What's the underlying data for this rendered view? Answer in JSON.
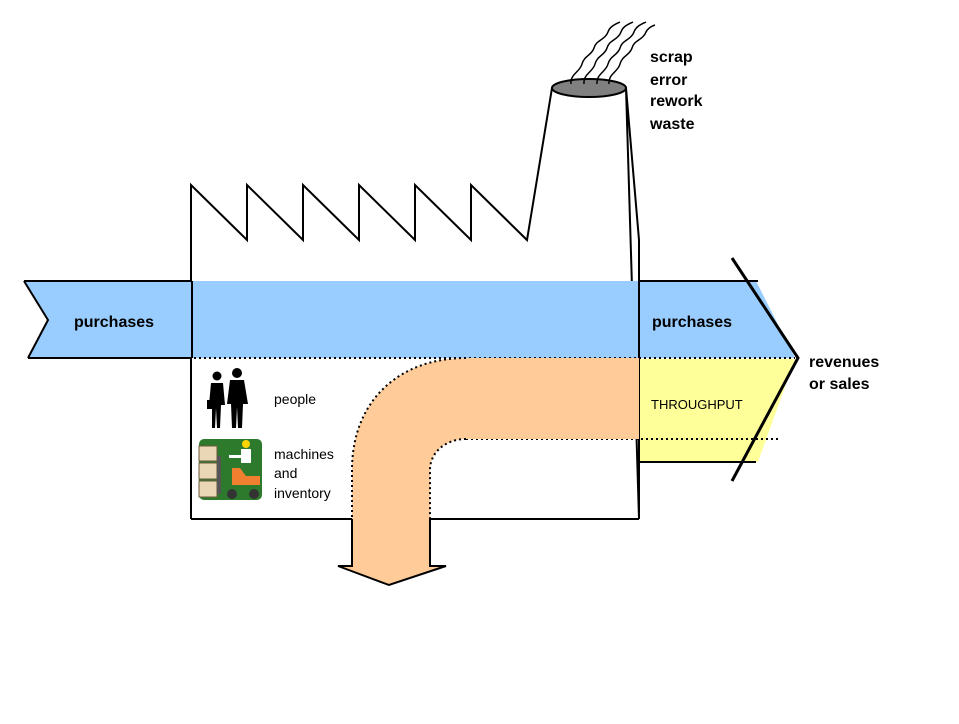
{
  "colors": {
    "background": "#ffffff",
    "outline": "#000000",
    "purchases_band": "#99ccff",
    "flow_band": "#ffcc99",
    "throughput_band": "#ffff99",
    "chimney_top": "#808080"
  },
  "chimney_outputs": {
    "scrap": "scrap",
    "error": "error",
    "rework": "rework",
    "waste": "waste"
  },
  "purchases_in_label": "purchases",
  "purchases_out_label": "purchases",
  "revenue_label_line1": "revenues",
  "revenue_label_line2": "or sales",
  "throughput_label": "THROUGHPUT",
  "resources": {
    "people_label": "people",
    "machines_line1": "machines",
    "machines_line2": "and",
    "machines_line3": "inventory"
  },
  "icons": {
    "people": "people-silhouette-icon",
    "machines": "forklift-worker-icon",
    "smoke": "smoke-icon"
  }
}
